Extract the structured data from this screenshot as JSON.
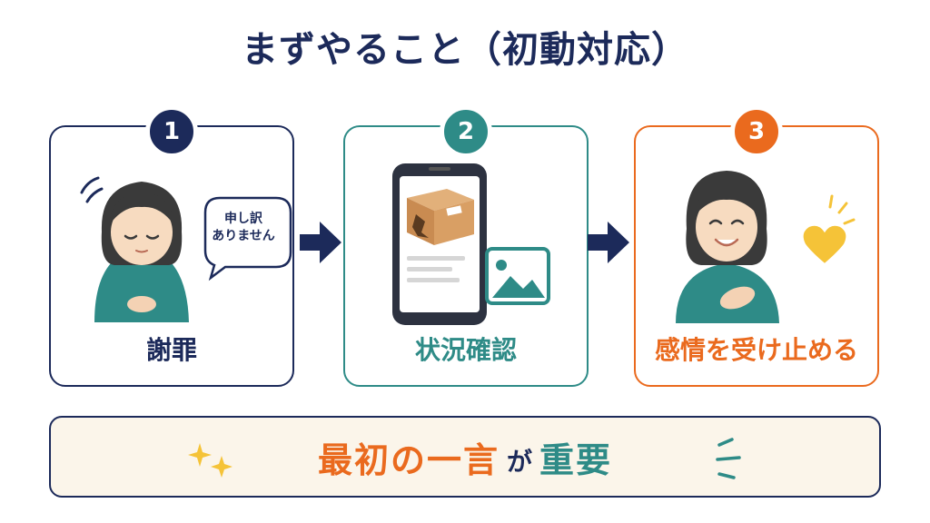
{
  "title": "まずやること（初動対応）",
  "steps": [
    {
      "number": "1",
      "label": "謝罪",
      "speech_line1": "申し訳",
      "speech_line2": "ありません"
    },
    {
      "number": "2",
      "label": "状況確認"
    },
    {
      "number": "3",
      "label": "感情を受け止める"
    }
  ],
  "bottom": {
    "part1": "最初の一言",
    "part2": "が",
    "part3": "重要"
  },
  "colors": {
    "navy": "#1c2a5a",
    "teal": "#2e8b87",
    "orange": "#ea6a1e",
    "heart": "#f5c338"
  }
}
